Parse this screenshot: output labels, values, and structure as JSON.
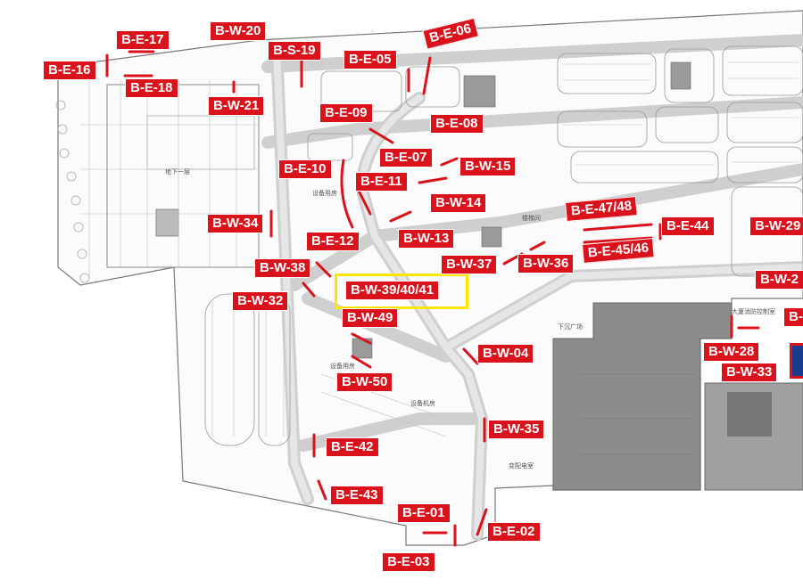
{
  "colors": {
    "label_bg": "#d9121b",
    "label_text": "#ffffff",
    "highlight": "#ffe600",
    "building": "#8c8c8c",
    "road": "#c8c8c8"
  },
  "labels": {
    "be17": "B-E-17",
    "bw20": "B-W-20",
    "bs19": "B-S-19",
    "be05": "B-E-05",
    "be06": "B-E-06",
    "be16": "B-E-16",
    "be18": "B-E-18",
    "bw21": "B-W-21",
    "be09": "B-E-09",
    "be08": "B-E-08",
    "be07": "B-E-07",
    "bw15": "B-W-15",
    "be10": "B-E-10",
    "be11": "B-E-11",
    "bw14": "B-W-14",
    "bw34": "B-W-34",
    "be12": "B-E-12",
    "bw13": "B-W-13",
    "be4748": "B-E-47/48",
    "be44": "B-E-44",
    "bw29": "B-W-29",
    "bw38": "B-W-38",
    "bw37": "B-W-37",
    "bw36": "B-W-36",
    "be4546": "B-E-45/46",
    "bw2x": "B-W-2",
    "bw394041": "B-W-39/40/41",
    "bw32": "B-W-32",
    "bw49": "B-W-49",
    "bx": "B-",
    "bw04": "B-W-04",
    "bw28": "B-W-28",
    "bw33": "B-W-33",
    "bw50": "B-W-50",
    "bw35": "B-W-35",
    "be42": "B-E-42",
    "be43": "B-E-43",
    "be01": "B-E-01",
    "be02": "B-E-02",
    "be03": "B-E-03"
  },
  "small_text": {
    "t1": "地下一层",
    "t2": "设备用房",
    "t3": "楼梯间",
    "t4": "大厦消防控制室",
    "t5": "设备用房",
    "t6": "设备机房",
    "t7": "变配电室",
    "t8": "下沉广场"
  }
}
